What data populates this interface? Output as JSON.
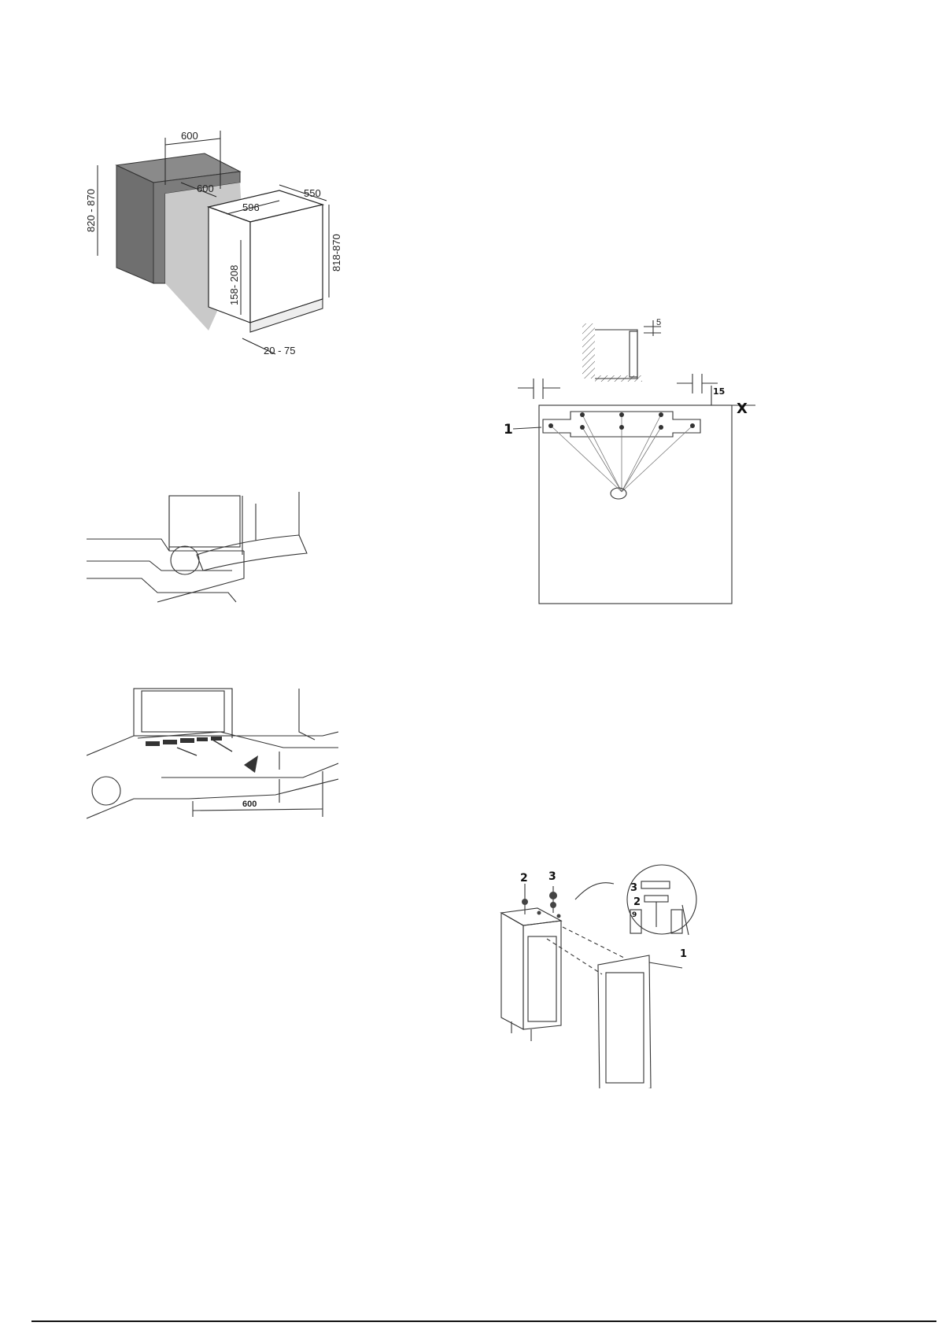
{
  "fig1": {
    "d_top_width": "600",
    "d_top_depth": "600",
    "d_unit_depth": "550",
    "d_unit_width": "596",
    "d_niche_height": "820 - 870",
    "d_unit_height": "818-870",
    "d_plinth_height": "158- 208",
    "d_plinth_depth": "20 - 75"
  },
  "fig3": {
    "d_width": "600"
  },
  "fig4": {
    "d_gap": "5",
    "d_offset": "15",
    "label_x": "X",
    "label_1": "1"
  },
  "fig5": {
    "label_1": "1",
    "label_2": "2",
    "label_3": "3",
    "detail_3": "3",
    "detail_2": "2",
    "detail_9": "9"
  }
}
